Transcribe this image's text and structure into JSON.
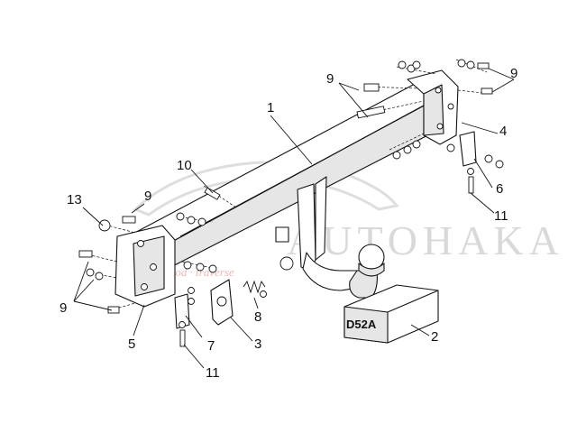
{
  "watermark": {
    "brand": "AUTOHAKA",
    "sub": "Tuch · mod · traverse"
  },
  "callouts": {
    "c1": "1",
    "c2": "2",
    "c3": "3",
    "c4": "4",
    "c5": "5",
    "c6": "6",
    "c7": "7",
    "c8": "8",
    "c9a": "9",
    "c9b": "9",
    "c9c": "9",
    "c9d": "9",
    "c10": "10",
    "c11a": "11",
    "c11b": "11",
    "c13": "13"
  },
  "box_label": "D52A"
}
